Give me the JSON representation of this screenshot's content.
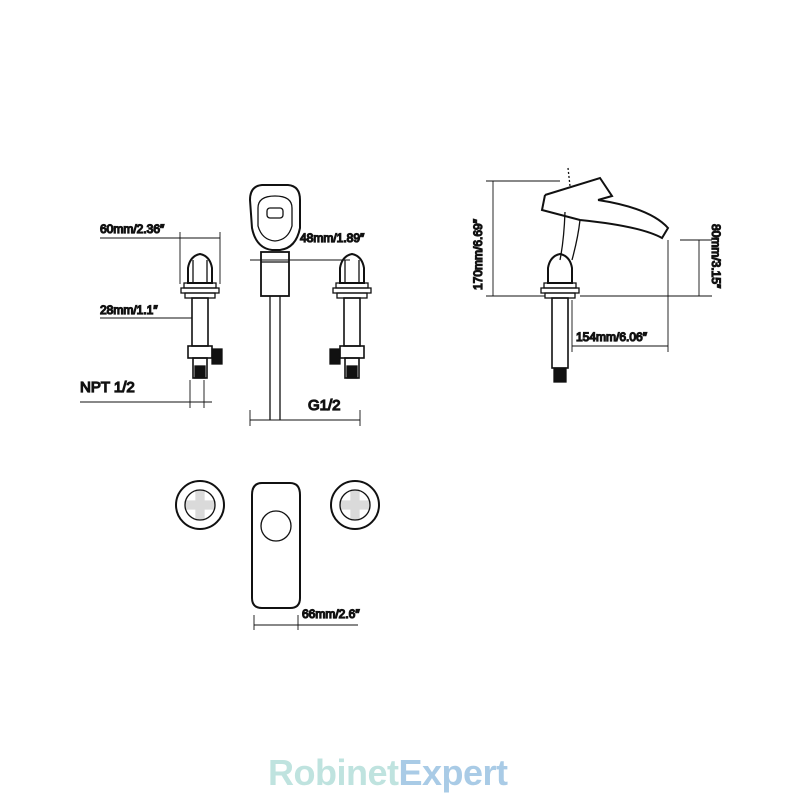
{
  "dimensions": {
    "width_body": "60mm/2.36″",
    "height_nipple": "28mm/1.1″",
    "npt": "NPT 1/2",
    "center_offset": "48mm/1.89″",
    "g_thread": "G1/2",
    "total_height": "170mm/6.69″",
    "spout_height": "80mm/3.15″",
    "spout_reach": "154mm/6.06″",
    "base_width": "66mm/2.6″"
  },
  "brand": {
    "part1": "Robinet",
    "part2": "Expert"
  },
  "colors": {
    "line": "#111111",
    "brand1": "#bfe3df",
    "brand2": "#a9cbe6"
  }
}
